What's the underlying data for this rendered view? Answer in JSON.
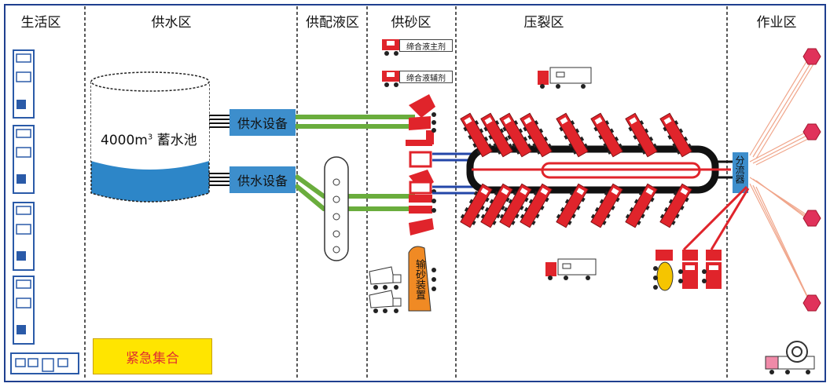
{
  "zones": {
    "living": "生活区",
    "water_supply": "供水区",
    "fluid_mixing": "供配液区",
    "sand_supply": "供砂区",
    "fracturing": "压裂区",
    "operation": "作业区"
  },
  "tank": {
    "label": "4000m",
    "label_sup": "3",
    "label_tail": " 蓄水池"
  },
  "water_equipment": [
    "供水设备",
    "供水设备"
  ],
  "chemicals": [
    "缔合液主剂",
    "缔合液辅剂"
  ],
  "sand_device": "输砂装置",
  "manifold": "分流器",
  "assembly_point": "紧急集合",
  "colors": {
    "water_box": "#3d8ecc",
    "green_pipe": "#6aad3d",
    "blue_pipe": "#2346a8",
    "red_pipe": "#e53935",
    "truck_red": "#e0242b",
    "wellhead": "#e0325a",
    "orange": "#f08a24",
    "assembly_bg": "#ffe500",
    "assembly_text": "#e03030"
  }
}
